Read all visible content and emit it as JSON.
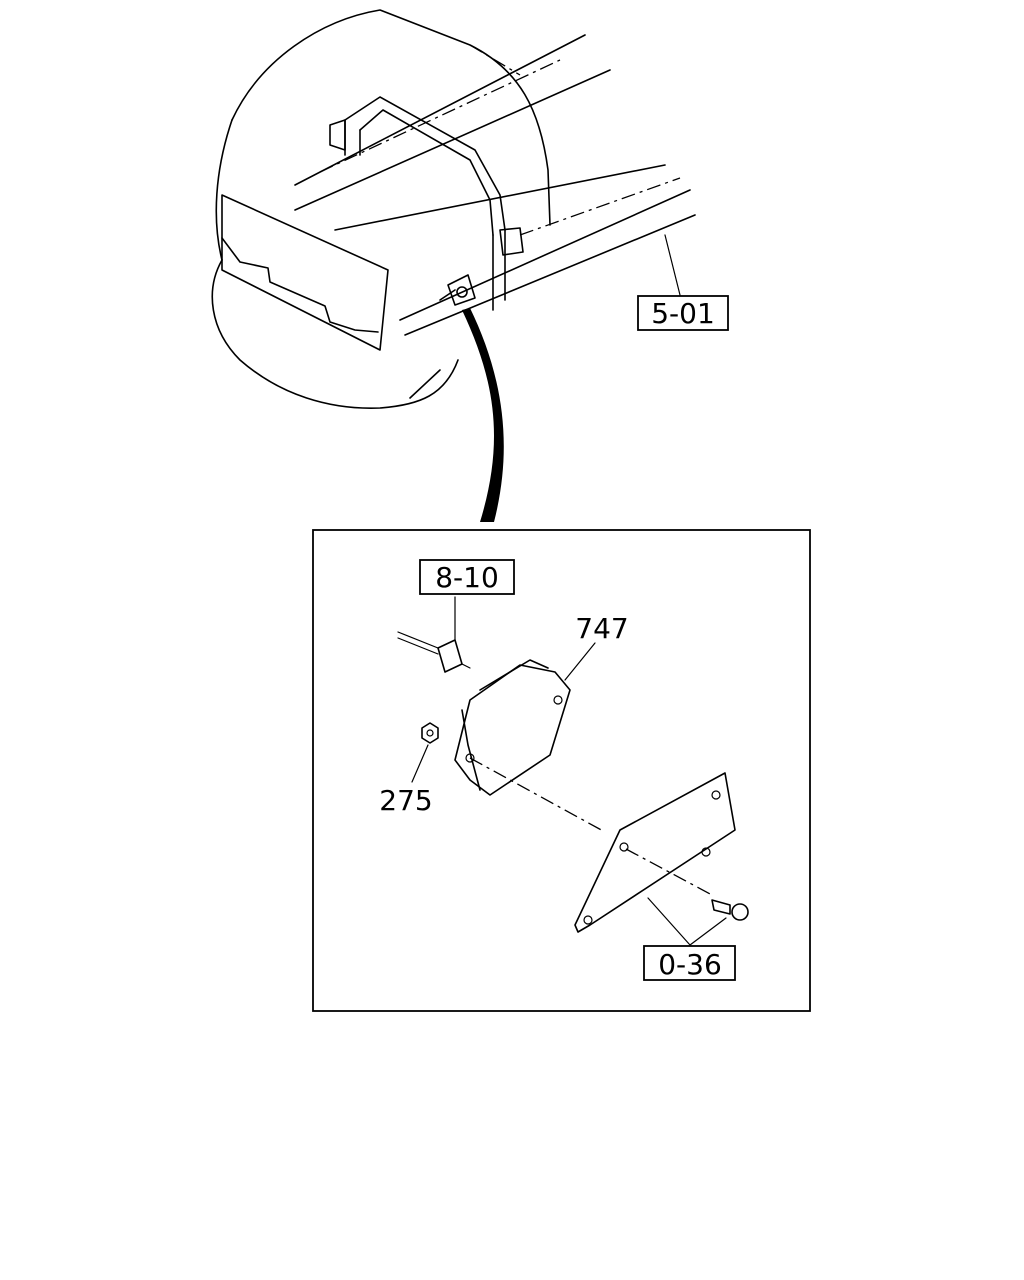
{
  "callouts": {
    "cab_ref": "5-01",
    "harness_ref": "8-10",
    "bracket_ref": "0-36",
    "module_part": "747",
    "nut_part": "275"
  }
}
